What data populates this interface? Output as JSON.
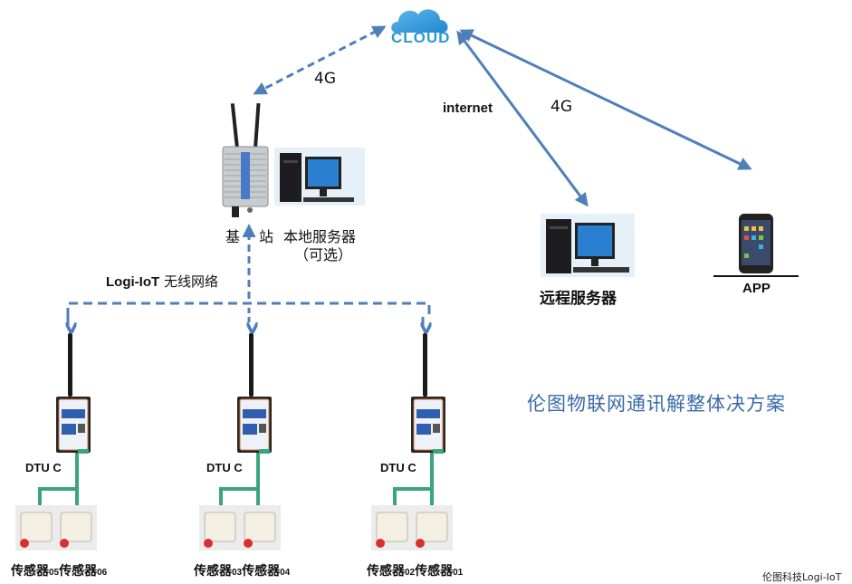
{
  "title": "伦图物联网通讯解整体决方案",
  "footer": "伦图科技Logi-IoT",
  "colors": {
    "link_blue": "#4f7fba",
    "bus_green": "#3aa57a",
    "title_blue": "#3a6aa6",
    "cloud_blue": "#2a9ad8"
  },
  "cloud": {
    "label": "CLOUD",
    "icon": "cloud-icon"
  },
  "links": {
    "base_cloud": "4G",
    "cloud_remote": "internet",
    "cloud_app": "4G"
  },
  "base_station": {
    "label_left": "基",
    "label_right": "站",
    "icon": "base-station-icon"
  },
  "local_server": {
    "label": "本地服务器",
    "note": "（可选）",
    "icon": "desktop-computer-icon"
  },
  "remote_server": {
    "label": "远程服务器",
    "icon": "desktop-computer-icon"
  },
  "app": {
    "label": "APP",
    "icon": "smartphone-icon"
  },
  "wireless_network": {
    "brand": "Logi-IoT",
    "label": "无线网络"
  },
  "dtu_nodes": [
    {
      "label": "DTU C",
      "sensors": [
        {
          "name": "传感器",
          "num": "05"
        },
        {
          "name": "传感器",
          "num": "06"
        }
      ]
    },
    {
      "label": "DTU C",
      "sensors": [
        {
          "name": "传感器",
          "num": "03"
        },
        {
          "name": "传感器",
          "num": "04"
        }
      ]
    },
    {
      "label": "DTU C",
      "sensors": [
        {
          "name": "传感器",
          "num": "02"
        },
        {
          "name": "传感器",
          "num": "01"
        }
      ]
    }
  ]
}
